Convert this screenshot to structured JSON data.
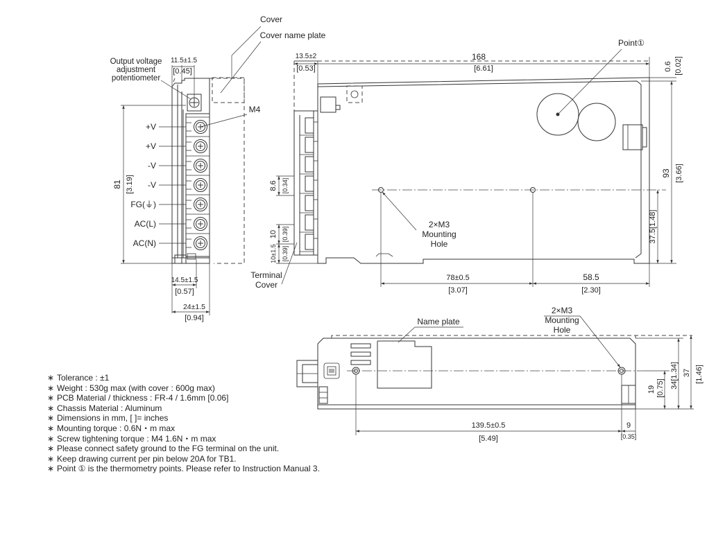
{
  "labels": {
    "cover": "Cover",
    "cover_name_plate": "Cover name plate",
    "output_adj_1": "Output voltage",
    "output_adj_2": "adjustment",
    "output_adj_3": "potentiometer",
    "m4": "M4",
    "point1": "Point①",
    "mounting_hole_1": "2×M3",
    "mounting_hole_2": "Mounting",
    "mounting_hole_3": "Hole",
    "terminal_cover_1": "Terminal",
    "terminal_cover_2": "Cover",
    "name_plate": "Name plate",
    "bottom_mount_1": "2×M3",
    "bottom_mount_2": "Mounting",
    "bottom_mount_3": "Hole"
  },
  "terminals": [
    "+V",
    "+V",
    "-V",
    "-V",
    "FG(⏚)",
    "AC(L)",
    "AC(N)"
  ],
  "dims": {
    "d11_5": "11.5±1.5",
    "d0_45": "[0.45]",
    "d81": "81",
    "d3_19": "[3.19]",
    "d14_5": "14.5±1.5",
    "d0_57": "[0.57]",
    "d24": "24±1.5",
    "d0_94": "[0.94]",
    "d13_5": "13.5±2",
    "d0_53": "[0.53]",
    "d168": "168",
    "d6_61": "[6.61]",
    "d0_6": "0.6",
    "d0_02": "[0.02]",
    "d93": "93",
    "d3_66": "[3.66]",
    "d8_6": "8.6",
    "d0_34": "[0.34]",
    "d10": "10",
    "d0_39a": "[0.39]",
    "d10b": "10±1.5",
    "d0_39b": "[0.39]",
    "d37_5": "37.5[1.48]",
    "d78": "78±0.5",
    "d3_07": "[3.07]",
    "d58_5": "58.5",
    "d2_30": "[2.30]",
    "d139_5": "139.5±0.5",
    "d5_49": "[5.49]",
    "d9": "9",
    "d0_35": "[0.35]",
    "d19": "19",
    "d0_75": "[0.75]",
    "d34": "34[1.34]",
    "d37": "37",
    "d1_46": "[1.46]"
  },
  "notes": [
    "Tolerance : ±1",
    "Weight : 530g max (with cover : 600g max)",
    "PCB Material / thickness : FR-4 / 1.6mm [0.06]",
    "Chassis Material : Aluminum",
    "Dimensions in mm, [  ]= inches",
    "Mounting torque : 0.6N・m max",
    "Screw tightening torque : M4 1.6N・m max",
    "Please connect safety ground to the FG terminal on the unit.",
    "Keep drawing current per pin below 20A for TB1.",
    "Point ① is the thermometry points. Please refer to Instruction Manual 3."
  ],
  "note_marker": "∗"
}
